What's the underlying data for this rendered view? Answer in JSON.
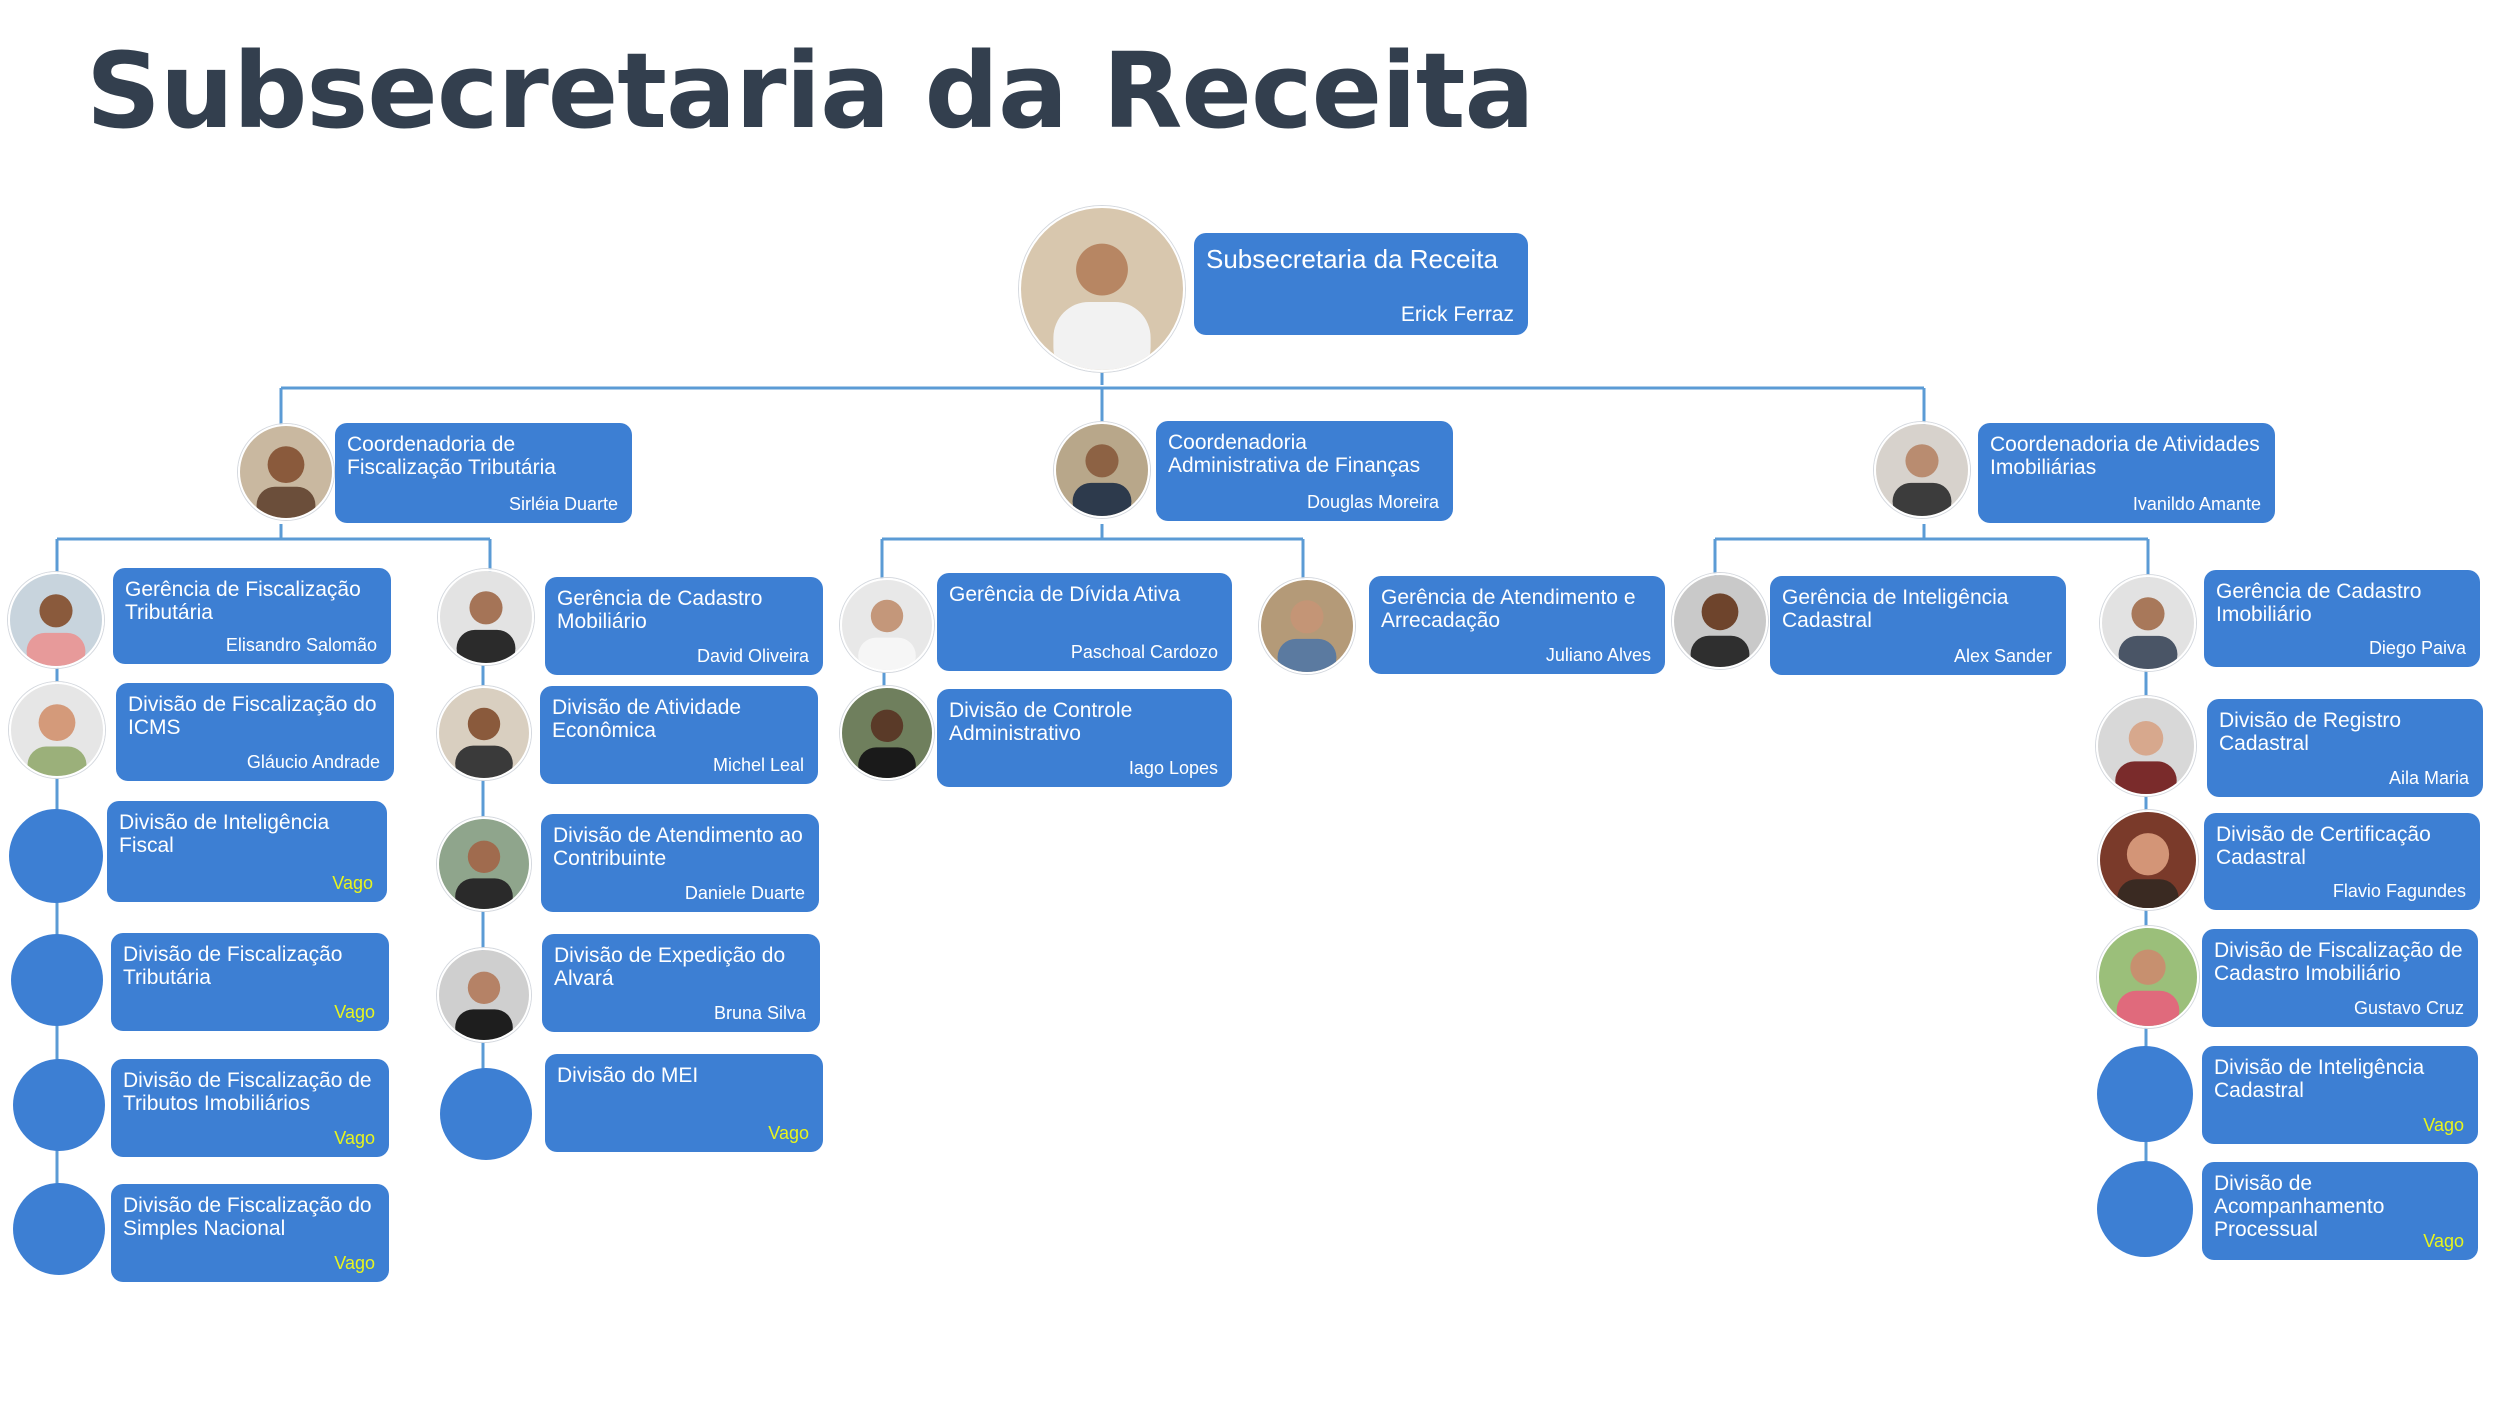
{
  "title": "Subsecretaria da Receita",
  "colors": {
    "box": "#3d7fd3",
    "line": "#5b9bd5",
    "vacant_text": "#e8f51d",
    "title": "#333f4e"
  },
  "avatar_icon": "person-photo",
  "root": {
    "title": "Subsecretaria da Receita",
    "name": "Erick Ferraz"
  },
  "coord_fiscal": {
    "title": "Coordenadoria de Fiscalização Tributária",
    "name": "Sirléia Duarte",
    "ger_fiscal": {
      "title": "Gerência de Fiscalização Tributária",
      "name": "Elisandro Salomão"
    },
    "div_icms": {
      "title": "Divisão de Fiscalização do ICMS",
      "name": "Gláucio Andrade"
    },
    "div_intel": {
      "title": "Divisão de Inteligência Fiscal",
      "name": "Vago"
    },
    "div_trib": {
      "title": "Divisão de Fiscalização Tributária",
      "name": "Vago"
    },
    "div_imob": {
      "title": "Divisão de Fiscalização de Tributos Imobiliários",
      "name": "Vago"
    },
    "div_simples": {
      "title": "Divisão de Fiscalização do Simples Nacional",
      "name": "Vago"
    },
    "ger_mob": {
      "title": "Gerência de Cadastro Mobiliário",
      "name": "David Oliveira"
    },
    "div_ativ": {
      "title": "Divisão de Atividade Econômica",
      "name": "Michel Leal"
    },
    "div_atend": {
      "title": "Divisão de Atendimento ao Contribuinte",
      "name": "Daniele Duarte"
    },
    "div_alvara": {
      "title": "Divisão de Expedição do Alvará",
      "name": "Bruna Silva"
    },
    "div_mei": {
      "title": "Divisão do MEI",
      "name": "Vago"
    }
  },
  "coord_financas": {
    "title": "Coordenadoria Administrativa de Finanças",
    "name": "Douglas Moreira",
    "ger_divida": {
      "title": "Gerência de Dívida Ativa",
      "name": "Paschoal Cardozo"
    },
    "div_controle": {
      "title": "Divisão de Controle Administrativo",
      "name": "Iago Lopes"
    },
    "ger_atend": {
      "title": "Gerência de Atendimento e Arrecadação",
      "name": "Juliano Alves"
    }
  },
  "coord_imob": {
    "title": "Coordenadoria de Atividades Imobiliárias",
    "name": "Ivanildo Amante",
    "ger_intel": {
      "title": "Gerência de Inteligência Cadastral",
      "name": "Alex Sander"
    },
    "ger_cad_imob": {
      "title": "Gerência de Cadastro Imobiliário",
      "name": "Diego Paiva"
    },
    "div_registro": {
      "title": "Divisão de Registro Cadastral",
      "name": "Aila Maria"
    },
    "div_cert": {
      "title": "Divisão de Certificação Cadastral",
      "name": "Flavio Fagundes"
    },
    "div_fisc_cad": {
      "title": "Divisão de Fiscalização de Cadastro Imobiliário",
      "name": "Gustavo Cruz"
    },
    "div_intel_cad": {
      "title": "Divisão de Inteligência Cadastral",
      "name": "Vago"
    },
    "div_acomp": {
      "title": "Divisão de Acompanhamento Processual",
      "name": "Vago"
    }
  }
}
